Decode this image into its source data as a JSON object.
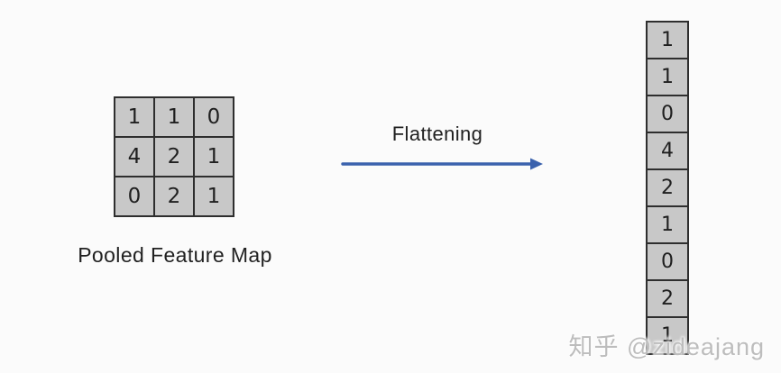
{
  "colors": {
    "background": "#fbfbfb",
    "cell_fill": "#c8c8c8",
    "cell_border": "#2e2e2e",
    "arrow": "#3b62ad",
    "text": "#212121",
    "watermark": "#bdbdbd"
  },
  "pooled_map": {
    "label": "Pooled Feature Map",
    "rows": [
      [
        "1",
        "1",
        "0"
      ],
      [
        "4",
        "2",
        "1"
      ],
      [
        "0",
        "2",
        "1"
      ]
    ]
  },
  "flatten": {
    "label": "Flattening"
  },
  "flattened": {
    "values": [
      "1",
      "1",
      "0",
      "4",
      "2",
      "1",
      "0",
      "2",
      "1"
    ]
  },
  "watermark": {
    "text": "知乎 @zideajang"
  }
}
